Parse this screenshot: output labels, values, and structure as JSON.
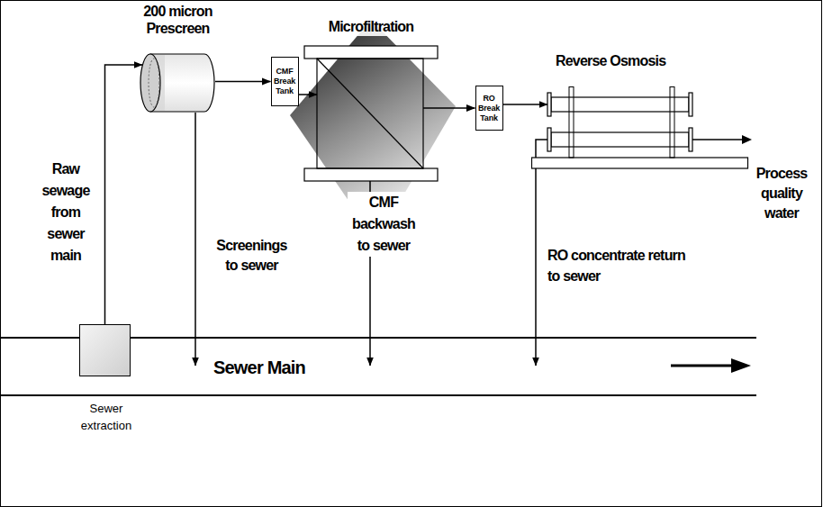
{
  "diagram": {
    "nodes": [
      {
        "text": [
          "200 micron Prescreen"
        ]
      },
      {
        "text": [
          "CMF Break Tank"
        ]
      },
      {
        "text": [
          "Microfiltration"
        ]
      },
      {
        "text": [
          "RO Break Tank"
        ]
      },
      {
        "text": [
          "Reverse Osmosis"
        ]
      },
      {
        "text": [
          "Sewer Main"
        ]
      },
      {
        "text": [
          "Sewer extraction"
        ]
      }
    ],
    "edges": [
      {
        "from": 6,
        "to": 0,
        "arrow": "to",
        "label": "Raw sewage from sewer main"
      },
      {
        "from": 0,
        "to": 1,
        "arrow": "to"
      },
      {
        "from": 1,
        "to": 2,
        "arrow": "to"
      },
      {
        "from": 2,
        "to": 3,
        "arrow": "to"
      },
      {
        "from": 3,
        "to": 4,
        "arrow": "to"
      },
      {
        "from": 0,
        "to": 5,
        "arrow": "to",
        "label": "Screenings to sewer"
      },
      {
        "from": 2,
        "to": 5,
        "arrow": "to",
        "label": "CMF backwash to sewer"
      },
      {
        "from": 4,
        "to": 5,
        "arrow": "to",
        "label": "RO concentrate return to sewer"
      }
    ],
    "labels": [
      "Process quality water"
    ]
  }
}
